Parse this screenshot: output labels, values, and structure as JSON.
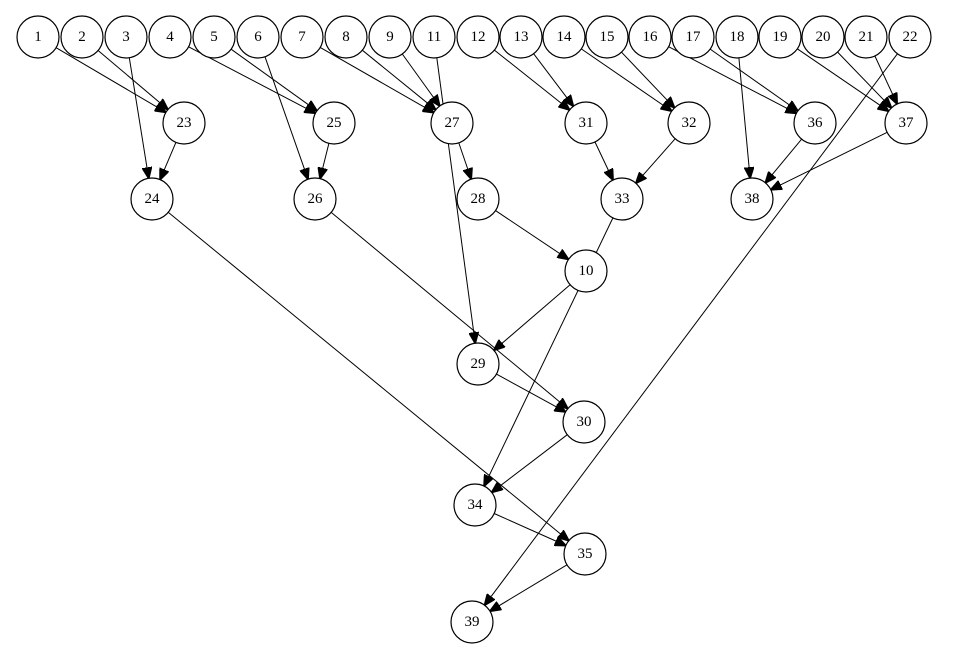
{
  "nodes": [
    {
      "id": "n1",
      "label": "1"
    },
    {
      "id": "n2",
      "label": "2"
    },
    {
      "id": "n3",
      "label": "3"
    },
    {
      "id": "n4",
      "label": "4"
    },
    {
      "id": "n5",
      "label": "5"
    },
    {
      "id": "n6",
      "label": "6"
    },
    {
      "id": "n7",
      "label": "7"
    },
    {
      "id": "n8",
      "label": "8"
    },
    {
      "id": "n9",
      "label": "9"
    },
    {
      "id": "n11",
      "label": "11"
    },
    {
      "id": "n12",
      "label": "12"
    },
    {
      "id": "n13",
      "label": "13"
    },
    {
      "id": "n14",
      "label": "14"
    },
    {
      "id": "n15",
      "label": "15"
    },
    {
      "id": "n16",
      "label": "16"
    },
    {
      "id": "n17",
      "label": "17"
    },
    {
      "id": "n18",
      "label": "18"
    },
    {
      "id": "n19",
      "label": "19"
    },
    {
      "id": "n20",
      "label": "20"
    },
    {
      "id": "n21",
      "label": "21"
    },
    {
      "id": "n22",
      "label": "22"
    },
    {
      "id": "n23",
      "label": "23"
    },
    {
      "id": "n25",
      "label": "25"
    },
    {
      "id": "n27",
      "label": "27"
    },
    {
      "id": "n31",
      "label": "31"
    },
    {
      "id": "n32",
      "label": "32"
    },
    {
      "id": "n36",
      "label": "36"
    },
    {
      "id": "n37",
      "label": "37"
    },
    {
      "id": "n24",
      "label": "24"
    },
    {
      "id": "n26",
      "label": "26"
    },
    {
      "id": "n28",
      "label": "28"
    },
    {
      "id": "n33",
      "label": "33"
    },
    {
      "id": "n38",
      "label": "38"
    },
    {
      "id": "n10",
      "label": "10"
    },
    {
      "id": "n29",
      "label": "29"
    },
    {
      "id": "n30",
      "label": "30"
    },
    {
      "id": "n34",
      "label": "34"
    },
    {
      "id": "n35",
      "label": "35"
    },
    {
      "id": "n39",
      "label": "39"
    }
  ],
  "edges": [
    [
      "n1",
      "n23"
    ],
    [
      "n2",
      "n23"
    ],
    [
      "n3",
      "n24"
    ],
    [
      "n23",
      "n24"
    ],
    [
      "n4",
      "n25"
    ],
    [
      "n5",
      "n25"
    ],
    [
      "n6",
      "n26"
    ],
    [
      "n25",
      "n26"
    ],
    [
      "n7",
      "n27"
    ],
    [
      "n8",
      "n27"
    ],
    [
      "n9",
      "n27"
    ],
    [
      "n11",
      "n29"
    ],
    [
      "n27",
      "n28"
    ],
    [
      "n28",
      "n10"
    ],
    [
      "n10",
      "n29"
    ],
    [
      "n12",
      "n31"
    ],
    [
      "n13",
      "n31"
    ],
    [
      "n14",
      "n32"
    ],
    [
      "n15",
      "n32"
    ],
    [
      "n31",
      "n33"
    ],
    [
      "n32",
      "n33"
    ],
    [
      "n16",
      "n36"
    ],
    [
      "n17",
      "n36"
    ],
    [
      "n19",
      "n37"
    ],
    [
      "n20",
      "n37"
    ],
    [
      "n21",
      "n37"
    ],
    [
      "n18",
      "n38"
    ],
    [
      "n36",
      "n38"
    ],
    [
      "n37",
      "n38"
    ],
    [
      "n26",
      "n30"
    ],
    [
      "n29",
      "n30"
    ],
    [
      "n33",
      "n34"
    ],
    [
      "n30",
      "n34"
    ],
    [
      "n24",
      "n35"
    ],
    [
      "n34",
      "n35"
    ],
    [
      "n22",
      "n39"
    ],
    [
      "n35",
      "n39"
    ]
  ]
}
